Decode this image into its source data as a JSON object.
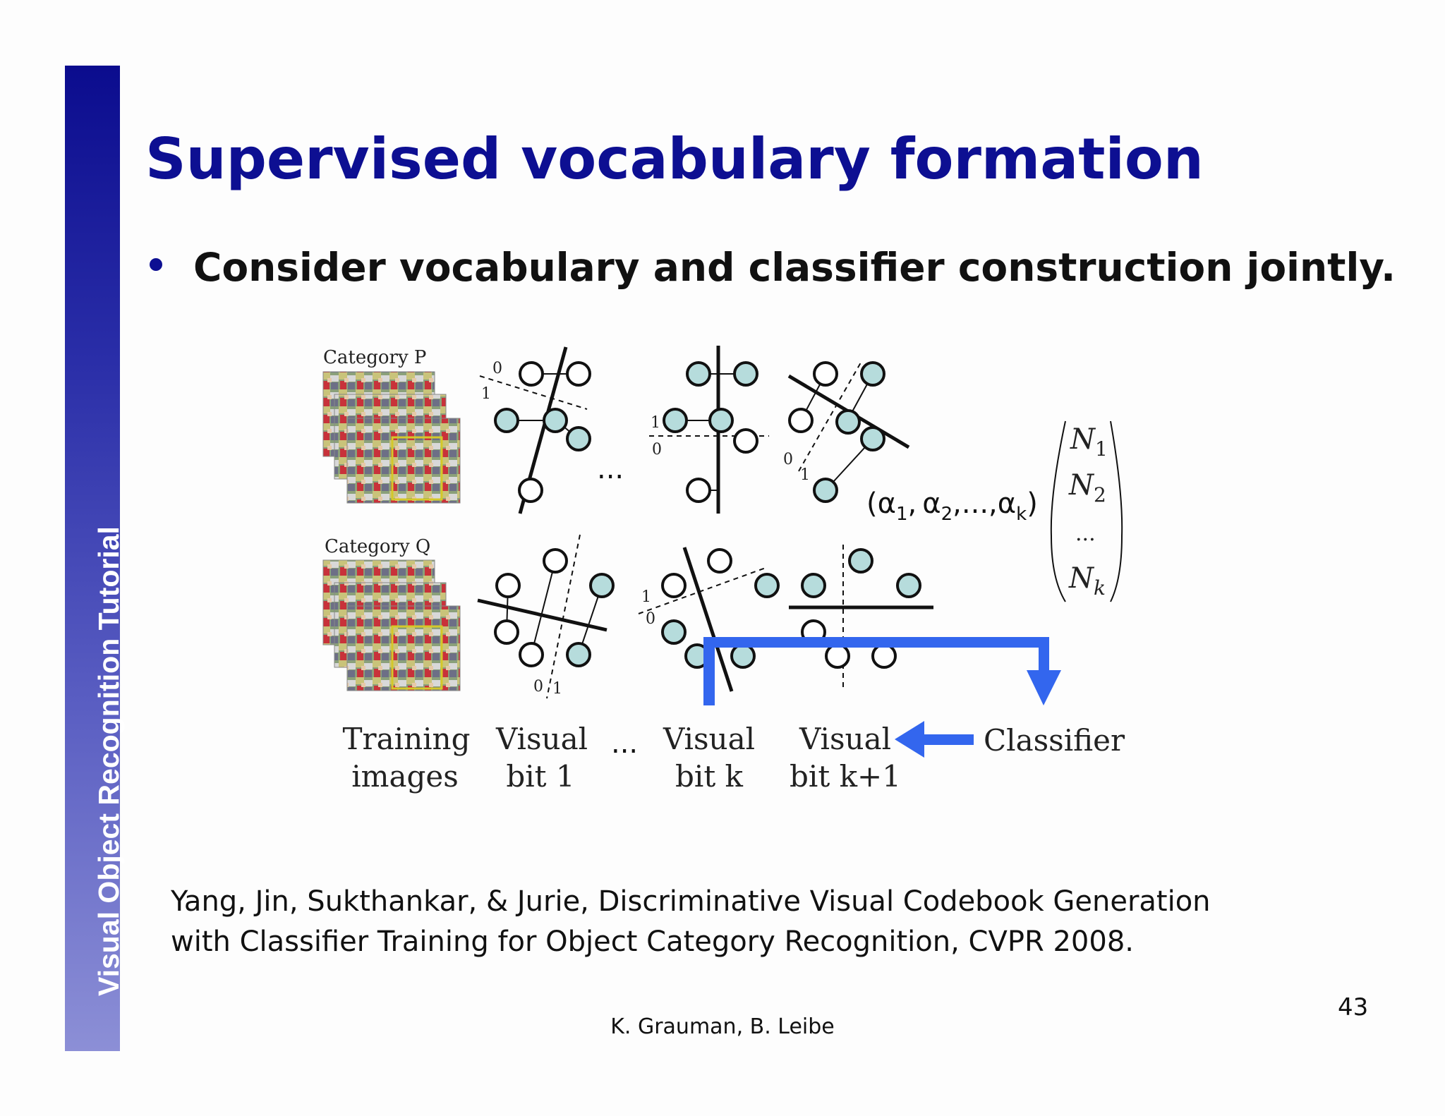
{
  "sidebar": {
    "label": "Visual Object Recognition Tutorial"
  },
  "slide": {
    "title": "Supervised vocabulary formation",
    "page_number": "43"
  },
  "bullet": "Consider vocabulary and classifier construction jointly.",
  "diagram": {
    "category_p": "Category P",
    "category_q": "Category Q",
    "ellipsis": "...",
    "bit_labels": {
      "zero": "0",
      "one": "1"
    },
    "alpha_vector": {
      "open": "(",
      "a1": "α",
      "s1": "1",
      "sep1": ",",
      "a2": "α",
      "s2": "2",
      "sep2": ",...,",
      "ak": "α",
      "sk": "k",
      "close": ")"
    },
    "n_vector": {
      "n1": "N",
      "n1_sub": "1",
      "n2": "N",
      "n2_sub": "2",
      "dots": "...",
      "nk": "N",
      "nk_sub": "k"
    },
    "captions": {
      "training_line1": "Training",
      "training_line2": "images",
      "bit1_line1": "Visual",
      "bit1_line2": "bit 1",
      "bitk_line1": "Visual",
      "bitk_line2": "bit k",
      "bitk1_line1": "Visual",
      "bitk1_line2": "bit k+1",
      "classifier": "Classifier"
    },
    "colors": {
      "filled_circle": "#b6dcdc",
      "arrow": "#3366ee",
      "title": "#0d0f92"
    }
  },
  "citation": {
    "line1": "Yang, Jin, Sukthankar, & Jurie, Discriminative Visual Codebook Generation",
    "line2": "with Classifier Training for Object Category Recognition, CVPR 2008."
  },
  "authors": "K. Grauman, B. Leibe"
}
